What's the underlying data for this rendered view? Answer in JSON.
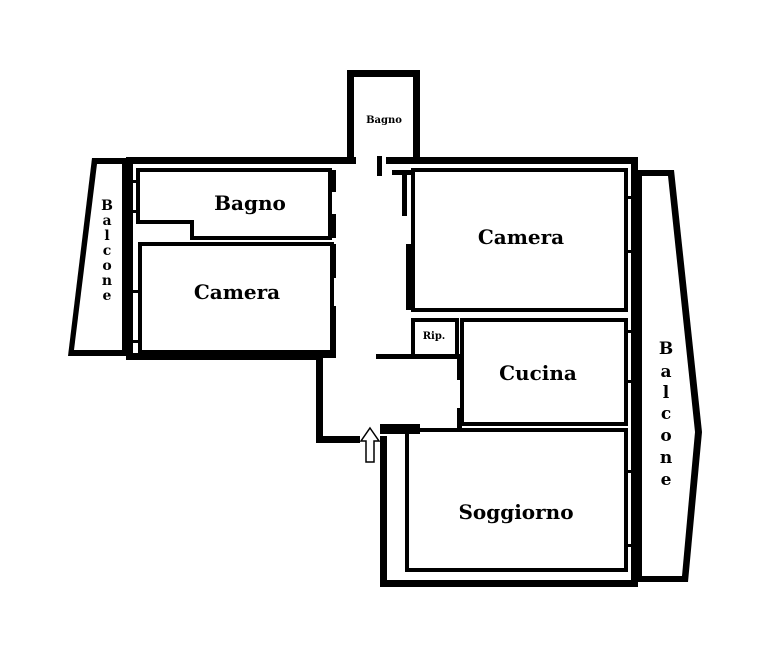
{
  "rooms": {
    "bagno_top": "Bagno",
    "bagno": "Bagno",
    "camera_left": "Camera",
    "camera_right": "Camera",
    "ripostiglio": "Rip.",
    "cucina": "Cucina",
    "soggiorno": "Soggiorno"
  },
  "balconies": {
    "left": [
      "B",
      "a",
      "l",
      "c",
      "o",
      "n",
      "e"
    ],
    "right": [
      "B",
      "a",
      "l",
      "c",
      "o",
      "n",
      "e"
    ]
  }
}
